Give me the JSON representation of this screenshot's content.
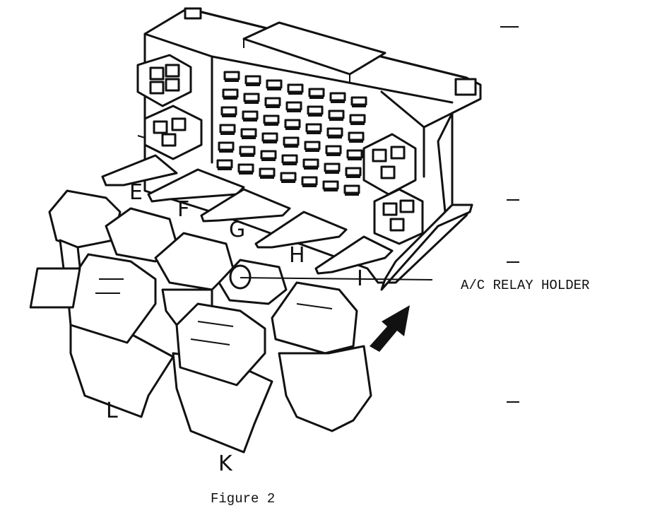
{
  "labels": {
    "e": "E",
    "f": "F",
    "g": "G",
    "h": "H",
    "i": "I",
    "k": "K",
    "l": "L"
  },
  "callout": "A/C RELAY HOLDER",
  "caption": "Figure 2",
  "colors": {
    "ink": "#111111",
    "paper": "#ffffff"
  },
  "icons": [
    "arrow-icon"
  ]
}
